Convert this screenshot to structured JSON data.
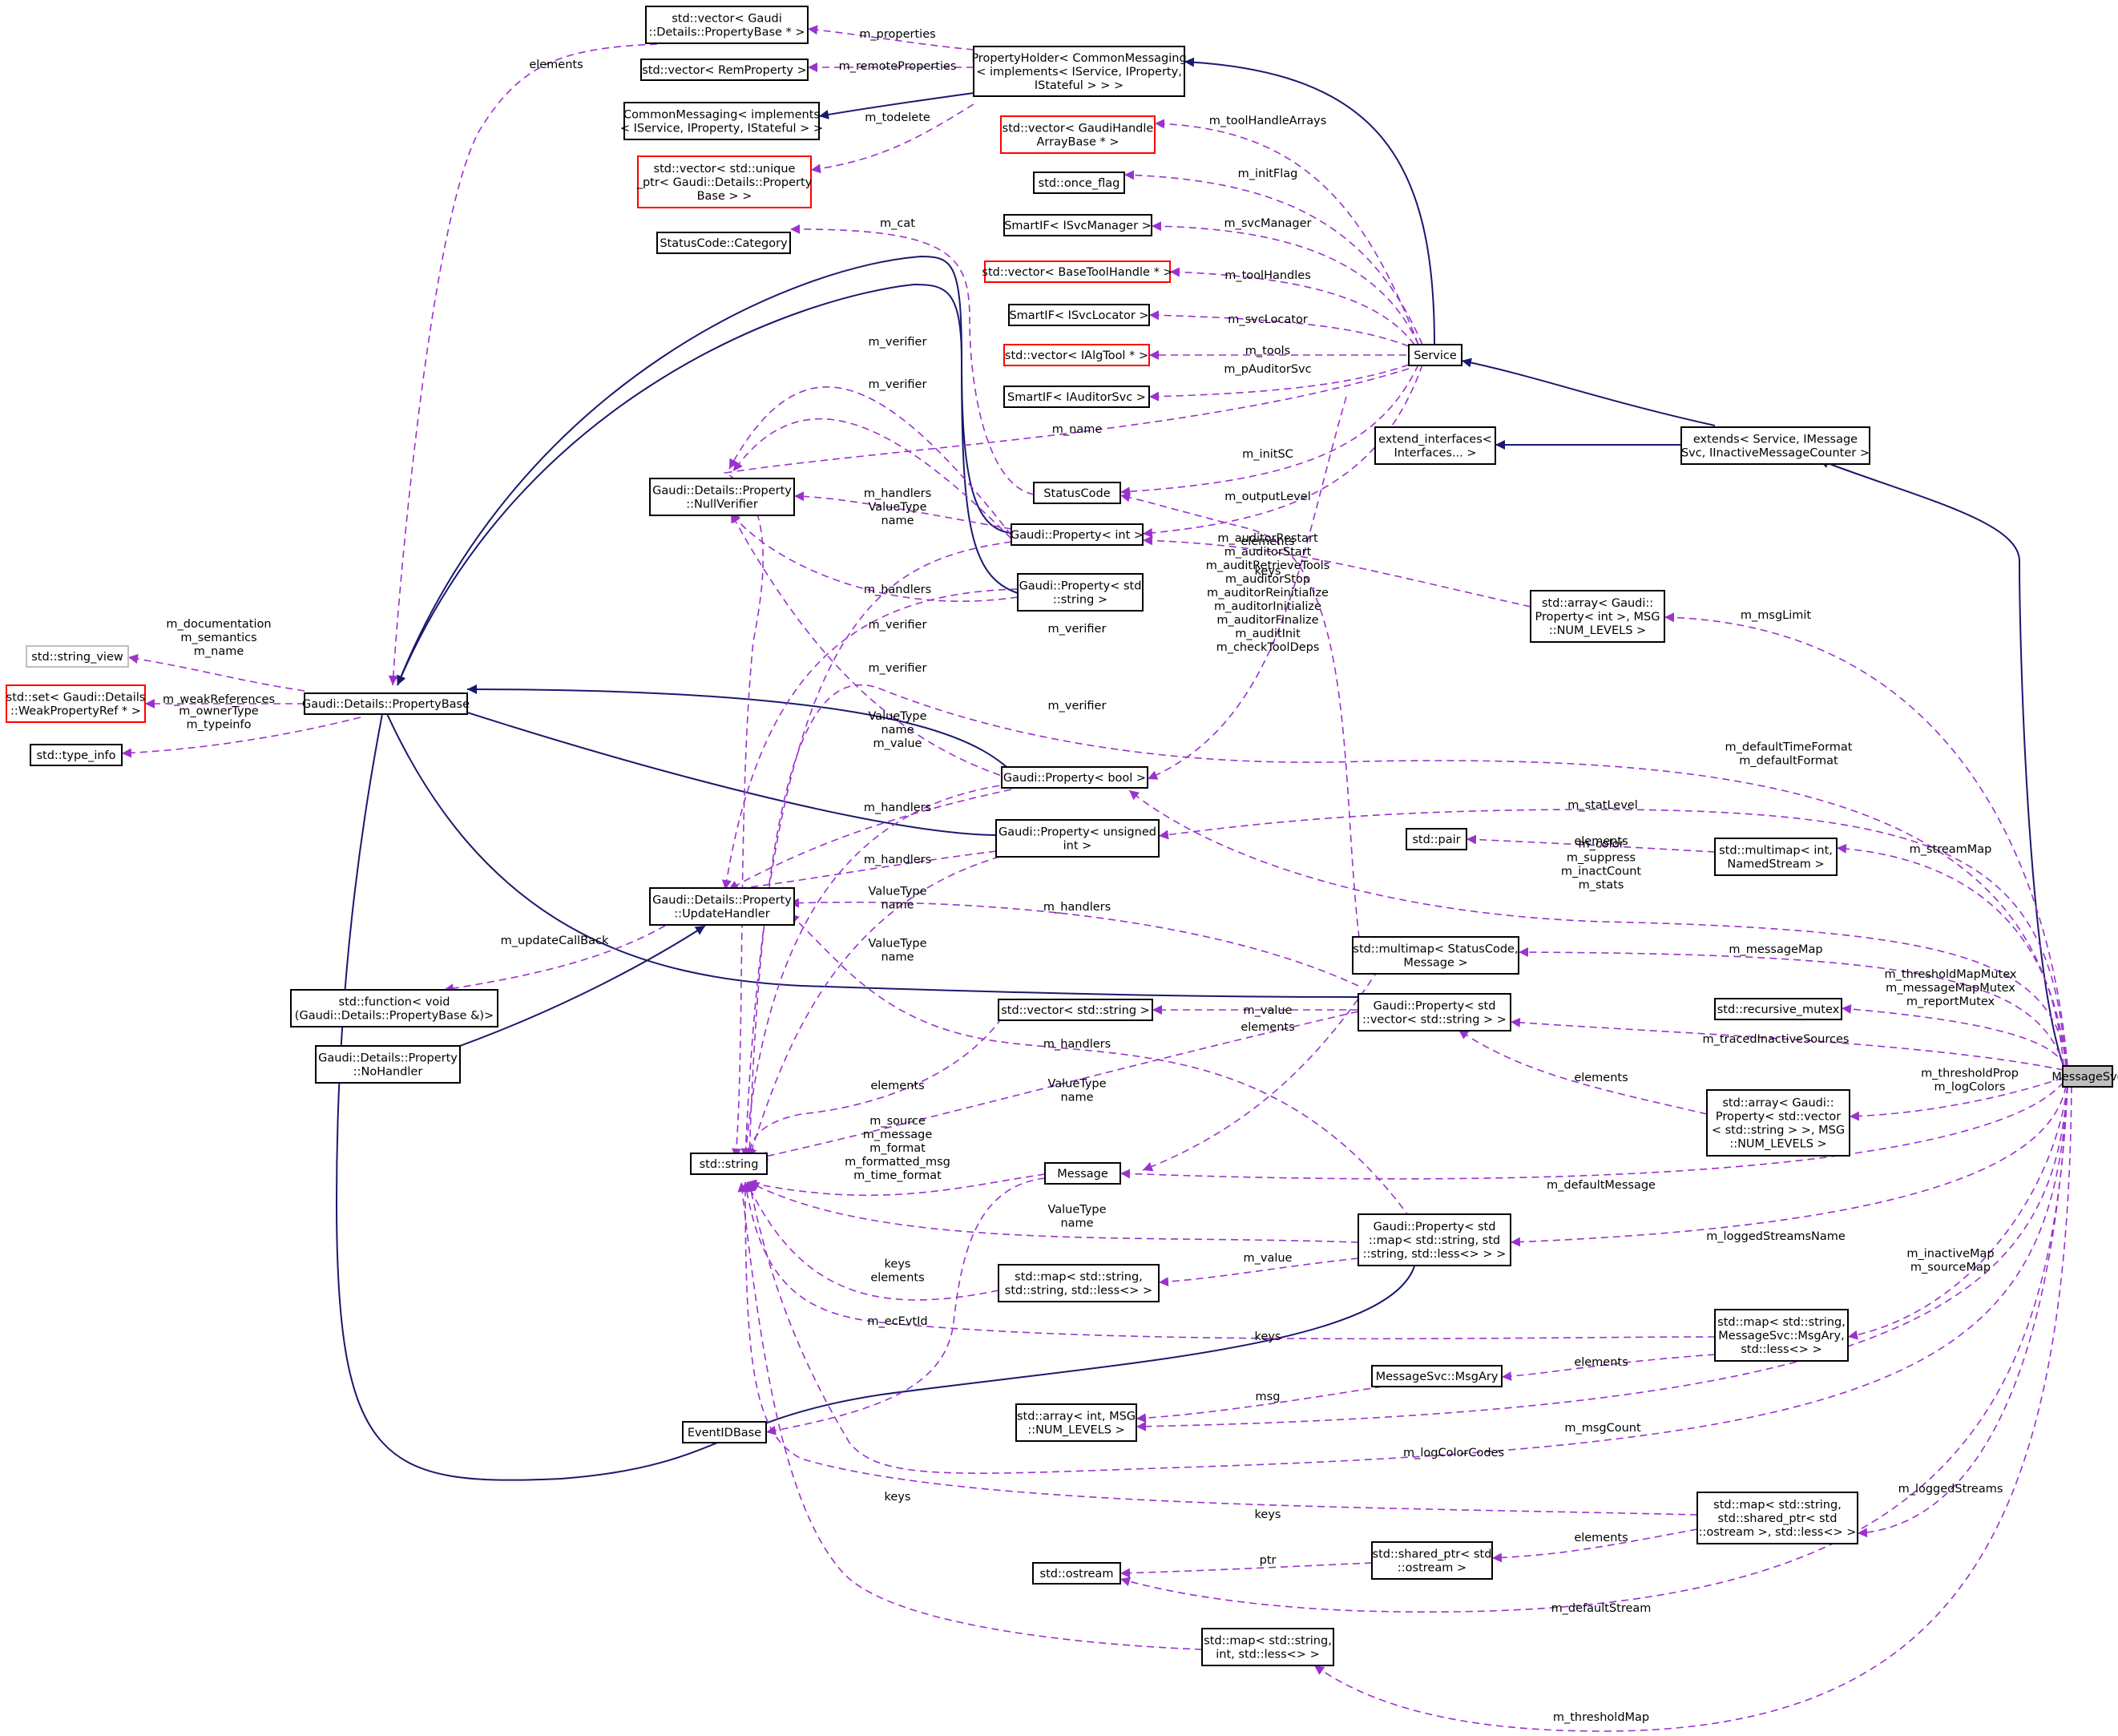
{
  "nodes": [
    {
      "id": "propbase_vec",
      "lines": [
        "std::vector< Gaudi",
        "::Details::PropertyBase * >"
      ]
    },
    {
      "id": "remprop_vec",
      "lines": [
        "std::vector< RemProperty >"
      ]
    },
    {
      "id": "commsg",
      "lines": [
        "CommonMessaging< implements",
        "< IService, IProperty, IStateful > >"
      ]
    },
    {
      "id": "uptr_vec",
      "lines": [
        "std::vector< std::unique",
        "_ptr< Gaudi::Details::Property",
        "Base > >"
      ],
      "style": "red"
    },
    {
      "id": "propholder",
      "lines": [
        "PropertyHolder< CommonMessaging",
        "< implements< IService, IProperty,",
        "IStateful > > >"
      ]
    },
    {
      "id": "toolhandlearr",
      "lines": [
        "std::vector< GaudiHandle",
        "ArrayBase * >"
      ],
      "style": "red"
    },
    {
      "id": "onceflag",
      "lines": [
        "std::once_flag"
      ]
    },
    {
      "id": "smartif_svcmgr",
      "lines": [
        "SmartIF< ISvcManager >"
      ]
    },
    {
      "id": "statuscat",
      "lines": [
        "StatusCode::Category"
      ]
    },
    {
      "id": "basetool_vec",
      "lines": [
        "std::vector< BaseToolHandle * >"
      ],
      "style": "red"
    },
    {
      "id": "smartif_svcloc",
      "lines": [
        "SmartIF< ISvcLocator >"
      ]
    },
    {
      "id": "algtool_vec",
      "lines": [
        "std::vector< IAlgTool * >"
      ],
      "style": "red"
    },
    {
      "id": "service",
      "lines": [
        "Service"
      ]
    },
    {
      "id": "smartif_aud",
      "lines": [
        "SmartIF< IAuditorSvc >"
      ]
    },
    {
      "id": "extend_if",
      "lines": [
        "extend_interfaces<",
        "Interfaces... >"
      ]
    },
    {
      "id": "extends",
      "lines": [
        "extends< Service, IMessage",
        "Svc, IInactiveMessageCounter >"
      ]
    },
    {
      "id": "nullverifier",
      "lines": [
        "Gaudi::Details::Property",
        "::NullVerifier"
      ]
    },
    {
      "id": "statuscode",
      "lines": [
        "StatusCode"
      ]
    },
    {
      "id": "prop_int",
      "lines": [
        "Gaudi::Property< int >"
      ]
    },
    {
      "id": "prop_string",
      "lines": [
        "Gaudi::Property< std",
        "::string >"
      ]
    },
    {
      "id": "stdarray_propint",
      "lines": [
        "std::array< Gaudi::",
        "Property< int >, MSG",
        "::NUM_LEVELS >"
      ]
    },
    {
      "id": "string_view",
      "lines": [
        "std::string_view"
      ],
      "style": "gray"
    },
    {
      "id": "weakref_set",
      "lines": [
        "std::set< Gaudi::Details",
        "::WeakPropertyRef * >"
      ],
      "style": "red"
    },
    {
      "id": "propertybase",
      "lines": [
        "Gaudi::Details::PropertyBase"
      ]
    },
    {
      "id": "typeinfo",
      "lines": [
        "std::type_info"
      ]
    },
    {
      "id": "prop_bool",
      "lines": [
        "Gaudi::Property< bool >"
      ]
    },
    {
      "id": "prop_unsigned",
      "lines": [
        "Gaudi::Property< unsigned",
        "int >"
      ]
    },
    {
      "id": "pair",
      "lines": [
        "std::pair"
      ]
    },
    {
      "id": "multimap_stream",
      "lines": [
        "std::multimap< int,",
        "NamedStream >"
      ]
    },
    {
      "id": "updatehandler",
      "lines": [
        "Gaudi::Details::Property",
        "::UpdateHandler"
      ]
    },
    {
      "id": "multimap_status",
      "lines": [
        "std::multimap< StatusCode,",
        "Message >"
      ]
    },
    {
      "id": "function",
      "lines": [
        "std::function< void",
        "(Gaudi::Details::PropertyBase &)>"
      ]
    },
    {
      "id": "recmutex",
      "lines": [
        "std::recursive_mutex"
      ]
    },
    {
      "id": "vec_string",
      "lines": [
        "std::vector< std::string >"
      ]
    },
    {
      "id": "prop_vecstr",
      "lines": [
        "Gaudi::Property< std",
        "::vector< std::string > >"
      ]
    },
    {
      "id": "nohandler",
      "lines": [
        "Gaudi::Details::Property",
        "::NoHandler"
      ]
    },
    {
      "id": "messagesvc",
      "lines": [
        "MessageSvc"
      ],
      "style": "focus"
    },
    {
      "id": "arr_propvec",
      "lines": [
        "std::array< Gaudi::",
        "Property< std::vector",
        "< std::string > >, MSG",
        "::NUM_LEVELS >"
      ]
    },
    {
      "id": "stdstring",
      "lines": [
        "std::string"
      ]
    },
    {
      "id": "message",
      "lines": [
        "Message"
      ]
    },
    {
      "id": "prop_map",
      "lines": [
        "Gaudi::Property< std",
        "::map< std::string, std",
        "::string, std::less<> > >"
      ]
    },
    {
      "id": "map_strstr",
      "lines": [
        "std::map< std::string,",
        "std::string, std::less<> >"
      ]
    },
    {
      "id": "map_msgary",
      "lines": [
        "std::map< std::string,",
        "MessageSvc::MsgAry,",
        "std::less<> >"
      ]
    },
    {
      "id": "msgary",
      "lines": [
        "MessageSvc::MsgAry"
      ]
    },
    {
      "id": "eventidbase",
      "lines": [
        "EventIDBase"
      ]
    },
    {
      "id": "arr_int",
      "lines": [
        "std::array< int, MSG",
        "::NUM_LEVELS >"
      ]
    },
    {
      "id": "map_ostream",
      "lines": [
        "std::map< std::string,",
        "std::shared_ptr< std",
        "::ostream >, std::less<> >"
      ]
    },
    {
      "id": "sharedptr",
      "lines": [
        "std::shared_ptr< std",
        "::ostream >"
      ]
    },
    {
      "id": "ostream",
      "lines": [
        "std::ostream"
      ]
    },
    {
      "id": "map_strint",
      "lines": [
        "std::map< std::string,",
        "int, std::less<> >"
      ]
    }
  ],
  "edge_labels": [
    {
      "id": "l_elements_pb",
      "lines": [
        "elements"
      ]
    },
    {
      "id": "l_m_properties",
      "lines": [
        "m_properties"
      ]
    },
    {
      "id": "l_m_remoteProperties",
      "lines": [
        "m_remoteProperties"
      ]
    },
    {
      "id": "l_m_todelete",
      "lines": [
        "m_todelete"
      ]
    },
    {
      "id": "l_m_toolHandleArrays",
      "lines": [
        "m_toolHandleArrays"
      ]
    },
    {
      "id": "l_m_initFlag",
      "lines": [
        "m_initFlag"
      ]
    },
    {
      "id": "l_m_cat",
      "lines": [
        "m_cat"
      ]
    },
    {
      "id": "l_m_svcManager",
      "lines": [
        "m_svcManager"
      ]
    },
    {
      "id": "l_m_toolHandles",
      "lines": [
        "m_toolHandles"
      ]
    },
    {
      "id": "l_m_svcLocator",
      "lines": [
        "m_svcLocator"
      ]
    },
    {
      "id": "l_m_verifier1",
      "lines": [
        "m_verifier"
      ]
    },
    {
      "id": "l_m_tools",
      "lines": [
        "m_tools"
      ]
    },
    {
      "id": "l_m_verifier2",
      "lines": [
        "m_verifier"
      ]
    },
    {
      "id": "l_m_pAuditorSvc",
      "lines": [
        "m_pAuditorSvc"
      ]
    },
    {
      "id": "l_m_name",
      "lines": [
        "m_name"
      ]
    },
    {
      "id": "l_m_initSC",
      "lines": [
        "m_initSC"
      ]
    },
    {
      "id": "l_m_handlers_vt",
      "lines": [
        "m_handlers",
        "ValueType",
        "name"
      ]
    },
    {
      "id": "l_m_outputLevel",
      "lines": [
        "m_outputLevel"
      ]
    },
    {
      "id": "l_elements_int",
      "lines": [
        "elements"
      ]
    },
    {
      "id": "l_keys_sc",
      "lines": [
        "keys"
      ]
    },
    {
      "id": "l_m_handlers2",
      "lines": [
        "m_handlers"
      ]
    },
    {
      "id": "l_m_verifier3",
      "lines": [
        "m_verifier"
      ]
    },
    {
      "id": "l_auditors",
      "lines": [
        "m_auditorRestart",
        "m_auditorStart",
        "m_auditRetrieveTools",
        "m_auditorStop",
        "m_auditorReinitialize",
        "m_auditorInitialize",
        "m_auditorFinalize",
        "m_auditInit",
        "m_checkToolDeps"
      ]
    },
    {
      "id": "l_m_msgLimit",
      "lines": [
        "m_msgLimit"
      ]
    },
    {
      "id": "l_pb_meta",
      "lines": [
        "m_documentation",
        "m_semantics",
        "m_name"
      ]
    },
    {
      "id": "l_m_weakReferences",
      "lines": [
        "m_weakReferences"
      ]
    },
    {
      "id": "l_owner",
      "lines": [
        "m_ownerType",
        "m_typeinfo"
      ]
    },
    {
      "id": "l_m_verifier4",
      "lines": [
        "m_verifier"
      ]
    },
    {
      "id": "l_m_verifier5",
      "lines": [
        "m_verifier"
      ]
    },
    {
      "id": "l_m_verifier6",
      "lines": [
        "m_verifier"
      ]
    },
    {
      "id": "l_vt_value",
      "lines": [
        "ValueType",
        "name",
        "m_value"
      ]
    },
    {
      "id": "l_timeformat",
      "lines": [
        "m_defaultTimeFormat",
        "m_defaultFormat"
      ]
    },
    {
      "id": "l_m_handlers3",
      "lines": [
        "m_handlers"
      ]
    },
    {
      "id": "l_m_statLevel",
      "lines": [
        "m_statLevel"
      ]
    },
    {
      "id": "l_m_handlers4",
      "lines": [
        "m_handlers"
      ]
    },
    {
      "id": "l_elements_pair",
      "lines": [
        "elements"
      ]
    },
    {
      "id": "l_m_streamMap",
      "lines": [
        "m_streamMap"
      ]
    },
    {
      "id": "l_bools",
      "lines": [
        "m_color",
        "m_suppress",
        "m_inactCount",
        "m_stats"
      ]
    },
    {
      "id": "l_vt_name2",
      "lines": [
        "ValueType",
        "name"
      ]
    },
    {
      "id": "l_m_handlers5",
      "lines": [
        "m_handlers"
      ]
    },
    {
      "id": "l_m_updateCallBack",
      "lines": [
        "m_updateCallBack"
      ]
    },
    {
      "id": "l_vt_name3",
      "lines": [
        "ValueType",
        "name"
      ]
    },
    {
      "id": "l_m_messageMap",
      "lines": [
        "m_messageMap"
      ]
    },
    {
      "id": "l_mutexes",
      "lines": [
        "m_thresholdMapMutex",
        "m_messageMapMutex",
        "m_reportMutex"
      ]
    },
    {
      "id": "l_m_value1",
      "lines": [
        "m_value"
      ]
    },
    {
      "id": "l_elements_vs",
      "lines": [
        "elements"
      ]
    },
    {
      "id": "l_m_handlers6",
      "lines": [
        "m_handlers"
      ]
    },
    {
      "id": "l_m_tracedInactive",
      "lines": [
        "m_tracedInactiveSources"
      ]
    },
    {
      "id": "l_elements_vs2",
      "lines": [
        "elements"
      ]
    },
    {
      "id": "l_elements_arr",
      "lines": [
        "elements"
      ]
    },
    {
      "id": "l_threshprop",
      "lines": [
        "m_thresholdProp",
        "m_logColors"
      ]
    },
    {
      "id": "l_vt_name4",
      "lines": [
        "ValueType",
        "name"
      ]
    },
    {
      "id": "l_message_fields",
      "lines": [
        "m_source",
        "m_message",
        "m_format",
        "m_formatted_msg",
        "m_time_format"
      ]
    },
    {
      "id": "l_m_defaultMessage",
      "lines": [
        "m_defaultMessage"
      ]
    },
    {
      "id": "l_vt_name5",
      "lines": [
        "ValueType",
        "name"
      ]
    },
    {
      "id": "l_m_loggedStreamsName",
      "lines": [
        "m_loggedStreamsName"
      ]
    },
    {
      "id": "l_m_value2",
      "lines": [
        "m_value"
      ]
    },
    {
      "id": "l_keys_elements",
      "lines": [
        "keys",
        "elements"
      ]
    },
    {
      "id": "l_inactive",
      "lines": [
        "m_inactiveMap",
        "m_sourceMap"
      ]
    },
    {
      "id": "l_m_ecEvtId",
      "lines": [
        "m_ecEvtId"
      ]
    },
    {
      "id": "l_keys_msgary",
      "lines": [
        "keys"
      ]
    },
    {
      "id": "l_elements_msgary",
      "lines": [
        "elements"
      ]
    },
    {
      "id": "l_msg",
      "lines": [
        "msg"
      ]
    },
    {
      "id": "l_m_msgCount",
      "lines": [
        "m_msgCount"
      ]
    },
    {
      "id": "l_m_logColorCodes",
      "lines": [
        "m_logColorCodes"
      ]
    },
    {
      "id": "l_keys_ostream",
      "lines": [
        "keys"
      ]
    },
    {
      "id": "l_m_loggedStreams",
      "lines": [
        "m_loggedStreams"
      ]
    },
    {
      "id": "l_elements_os",
      "lines": [
        "elements"
      ]
    },
    {
      "id": "l_ptr",
      "lines": [
        "ptr"
      ]
    },
    {
      "id": "l_keys_strint",
      "lines": [
        "keys"
      ]
    },
    {
      "id": "l_m_defaultStream",
      "lines": [
        "m_defaultStream"
      ]
    },
    {
      "id": "l_m_thresholdMap",
      "lines": [
        "m_thresholdMap"
      ]
    }
  ],
  "colors": {
    "inheritance": "#191970",
    "usage": "#9a32cd",
    "node_border": "#000000",
    "template_border": "#ff0000",
    "undocumented_border": "#bfbfbf",
    "focus_fill": "#bfbfbf"
  }
}
